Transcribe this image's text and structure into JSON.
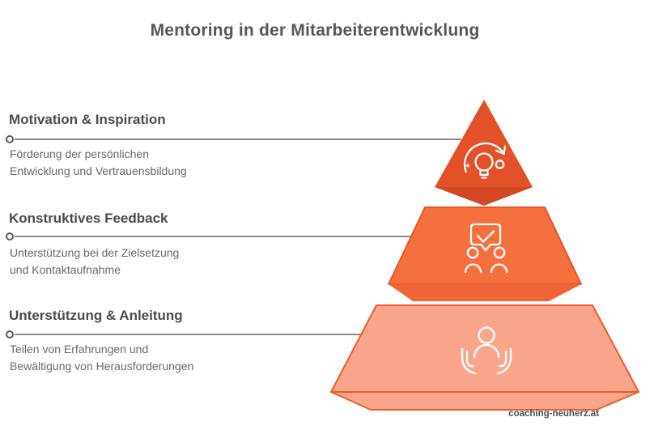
{
  "page": {
    "title": "Mentoring in der Mitarbeiterentwicklung",
    "watermark": "coaching-neuherz.at",
    "background_color": "#ffffff"
  },
  "levels": [
    {
      "heading": "Motivation & Inspiration",
      "desc": [
        "Förderung der persönlichen",
        "Entwicklung und Vertrauensbildung"
      ],
      "icon": "idea-lightbulb-refresh-icon",
      "fill": "#e2512a",
      "shade": "#d14823",
      "edge": "#d8491f"
    },
    {
      "heading": "Konstruktives Feedback",
      "desc": [
        "Unterstützung bei der Zielsetzung",
        "und Kontaktaufnahme"
      ],
      "icon": "feedback-check-people-icon",
      "fill": "#f5703e",
      "shade": "#ef6538",
      "edge": "#e4562c"
    },
    {
      "heading": "Unterstützung & Anleitung",
      "desc": [
        "Teilen von Erfahrungen und",
        "Bewältigung von Herausforderungen"
      ],
      "icon": "hands-supporting-person-icon",
      "fill": "#f9a58b",
      "shade": "#f9a58b",
      "edge": "#ee5b2c"
    }
  ],
  "style": {
    "title_color": "#55565a",
    "heading_color": "#4b4b4d",
    "body_color": "#696969",
    "connector_color": "#636363",
    "icon_stroke": "#ffffff"
  }
}
